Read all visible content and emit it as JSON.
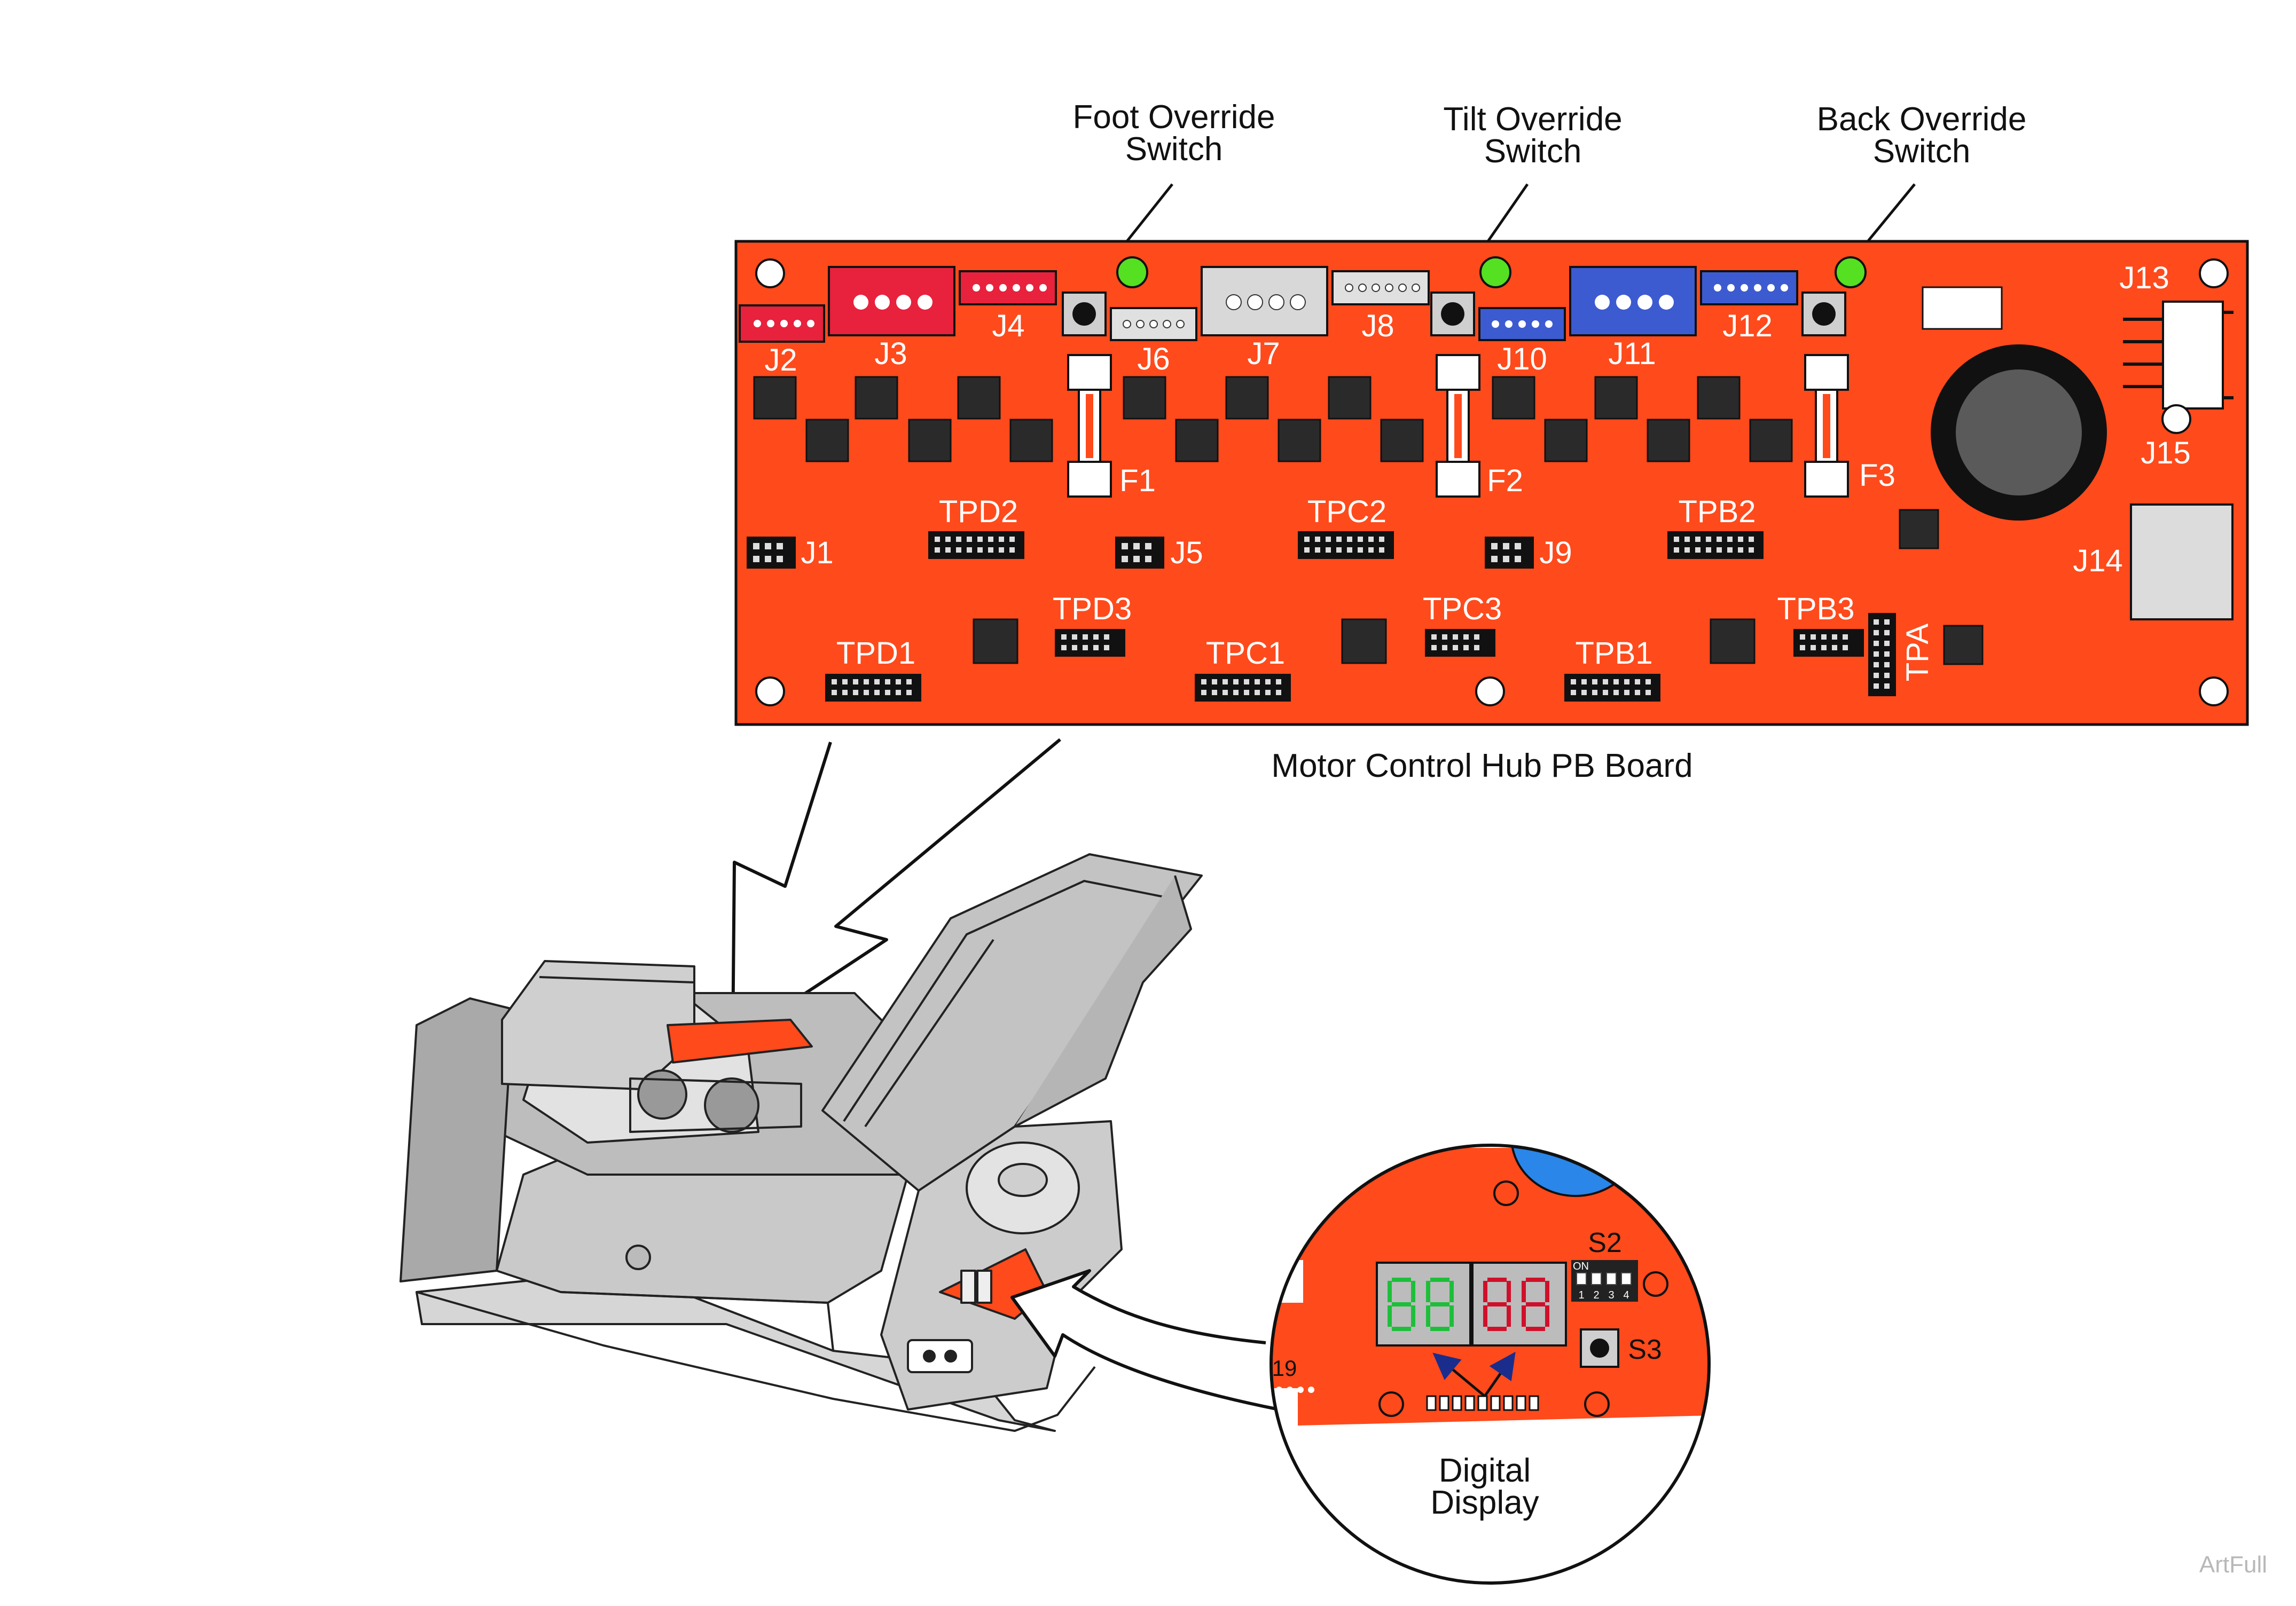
{
  "callouts": {
    "foot_override": [
      "Foot Override",
      "Switch"
    ],
    "tilt_override": [
      "Tilt Override",
      "Switch"
    ],
    "back_override": [
      "Back Override",
      "Switch"
    ]
  },
  "board": {
    "caption": "Motor Control Hub PB Board",
    "color": "#ff4a1c",
    "connectors": {
      "J1": "J1",
      "J2": "J2",
      "J3": "J3",
      "J4": "J4",
      "J5": "J5",
      "J6": "J6",
      "J7": "J7",
      "J8": "J8",
      "J9": "J9",
      "J10": "J10",
      "J11": "J11",
      "J12": "J12",
      "J13": "J13",
      "J14": "J14",
      "J15": "J15"
    },
    "fuses": {
      "F1": "F1",
      "F2": "F2",
      "F3": "F3"
    },
    "test_points": {
      "TPD1": "TPD1",
      "TPD2": "TPD2",
      "TPD3": "TPD3",
      "TPC1": "TPC1",
      "TPC2": "TPC2",
      "TPC3": "TPC3",
      "TPB1": "TPB1",
      "TPB2": "TPB2",
      "TPB3": "TPB3",
      "TPA": "TPA"
    }
  },
  "detail": {
    "S2": "S2",
    "S3": "S3",
    "switch_on": "ON",
    "switch_positions": [
      "1",
      "2",
      "3",
      "4"
    ],
    "partial_label": "19",
    "display_label": [
      "Digital",
      "Display"
    ]
  },
  "watermark": "ArtFull"
}
